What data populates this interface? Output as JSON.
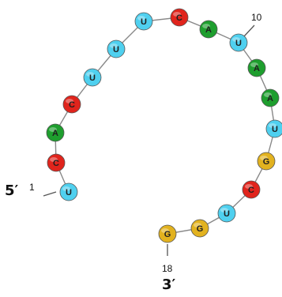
{
  "colors": {
    "U": "#4fd0ef",
    "C": "#e0241c",
    "A": "#1e9e2e",
    "G": "#e2b21f",
    "backbone": "#888888",
    "outline": "#555555"
  },
  "strand": {
    "five_prime_label": "5′",
    "three_prime_label": "3′",
    "first_position_label": "1",
    "tenth_position_label": "10",
    "last_position_label": "18"
  },
  "nucleotides": [
    {
      "index": 1,
      "base": "U"
    },
    {
      "index": 2,
      "base": "C"
    },
    {
      "index": 3,
      "base": "A"
    },
    {
      "index": 4,
      "base": "C"
    },
    {
      "index": 5,
      "base": "U"
    },
    {
      "index": 6,
      "base": "U"
    },
    {
      "index": 7,
      "base": "U"
    },
    {
      "index": 8,
      "base": "C"
    },
    {
      "index": 9,
      "base": "A"
    },
    {
      "index": 10,
      "base": "U"
    },
    {
      "index": 11,
      "base": "A"
    },
    {
      "index": 12,
      "base": "A"
    },
    {
      "index": 13,
      "base": "U"
    },
    {
      "index": 14,
      "base": "G"
    },
    {
      "index": 15,
      "base": "C"
    },
    {
      "index": 16,
      "base": "U"
    },
    {
      "index": 17,
      "base": "G"
    },
    {
      "index": 18,
      "base": "G"
    }
  ]
}
